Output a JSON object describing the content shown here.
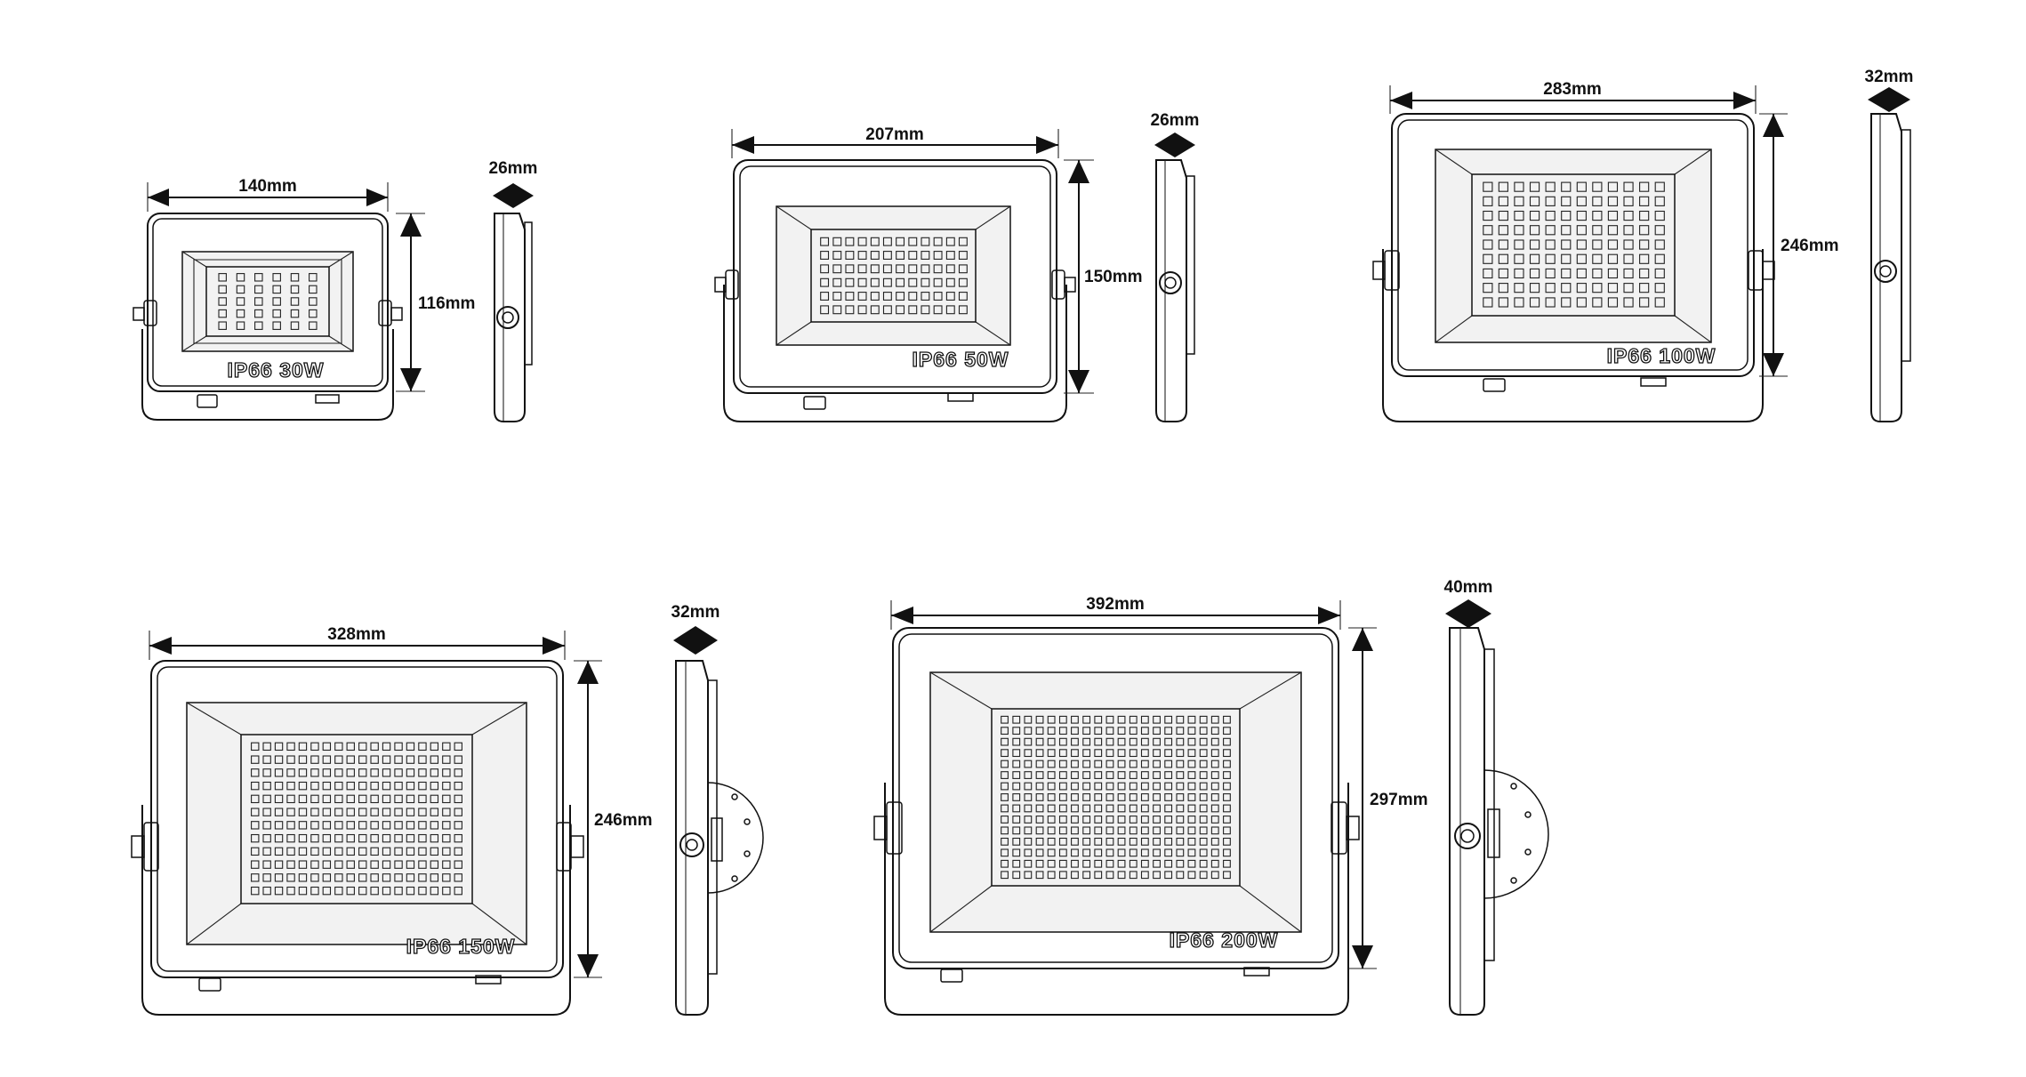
{
  "floodlights": [
    {
      "id": "30w",
      "label": "IP66  30W",
      "width_label": "140mm",
      "height_label": "116mm",
      "depth_label": "26mm",
      "led_cols": 6,
      "led_rows": 5
    },
    {
      "id": "50w",
      "label": "IP66  50W",
      "width_label": "207mm",
      "height_label": "150mm",
      "depth_label": "26mm",
      "led_cols": 12,
      "led_rows": 6
    },
    {
      "id": "100w",
      "label": "IP66  100W",
      "width_label": "283mm",
      "height_label": "246mm",
      "depth_label": "32mm",
      "led_cols": 12,
      "led_rows": 9
    },
    {
      "id": "150w",
      "label": "IP66  150W",
      "width_label": "328mm",
      "height_label": "246mm",
      "depth_label": "32mm",
      "led_cols": 18,
      "led_rows": 12
    },
    {
      "id": "200w",
      "label": "IP66  200W",
      "width_label": "392mm",
      "height_label": "297mm",
      "depth_label": "40mm",
      "led_cols": 20,
      "led_rows": 15
    }
  ]
}
